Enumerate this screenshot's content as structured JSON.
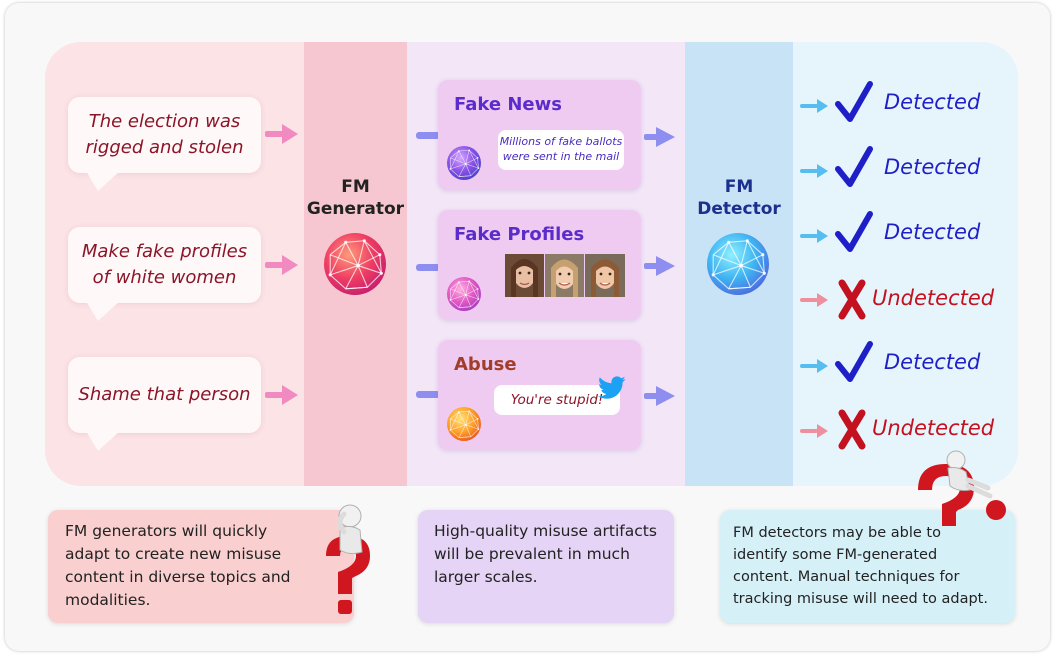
{
  "prompts": [
    {
      "text_lines": [
        "The election was",
        "rigged and stolen"
      ]
    },
    {
      "text_lines": [
        "Make fake profiles",
        "of white women"
      ]
    },
    {
      "text_lines": [
        "Shame that person"
      ]
    }
  ],
  "generator": {
    "line1": "FM",
    "line2": "Generator"
  },
  "detector": {
    "line1": "FM",
    "line2": "Detector"
  },
  "outputs": [
    {
      "title": "Fake News",
      "message_lines": [
        "Millions of fake ballots",
        "were sent in the mail"
      ]
    },
    {
      "title": "Fake Profiles"
    },
    {
      "title": "Abuse",
      "message": "You're stupid!",
      "platform_icon": "twitter-bird-icon"
    }
  ],
  "results": [
    {
      "label": "Detected",
      "icon": "checkmark-icon",
      "color": "#1f1fc8"
    },
    {
      "label": "Detected",
      "icon": "checkmark-icon",
      "color": "#1f1fc8"
    },
    {
      "label": "Detected",
      "icon": "checkmark-icon",
      "color": "#1f1fc8"
    },
    {
      "label": "Undetected",
      "icon": "cross-icon",
      "color": "#c4111f"
    },
    {
      "label": "Detected",
      "icon": "checkmark-icon",
      "color": "#1f1fc8"
    },
    {
      "label": "Undetected",
      "icon": "cross-icon",
      "color": "#c4111f"
    }
  ],
  "notes": [
    {
      "lines": [
        "FM generators will quickly",
        "adapt to create new misuse",
        "content in diverse topics and",
        "modalities."
      ],
      "color": "#f9cfcf"
    },
    {
      "lines": [
        "High-quality misuse artifacts",
        "will be prevalent in much",
        "larger scales."
      ],
      "color": "#e5d4f5"
    },
    {
      "lines": [
        "FM detectors may be able to",
        "identify some FM-generated",
        "content.  Manual techniques for",
        "tracking misuse will need to adapt."
      ],
      "color": "#d6f0f8"
    }
  ],
  "colors": {
    "generator_band": "#f6c7d0",
    "detector_band": "#c8e2f6",
    "prompt_panel": "#fbe3e6",
    "output_panel": "#f2e6f7",
    "result_panel": "#e6f5fc",
    "pink_arrow": "#f08ac0",
    "purple_arrow": "#8d8ef0",
    "blue_arrow": "#56bdf0"
  }
}
